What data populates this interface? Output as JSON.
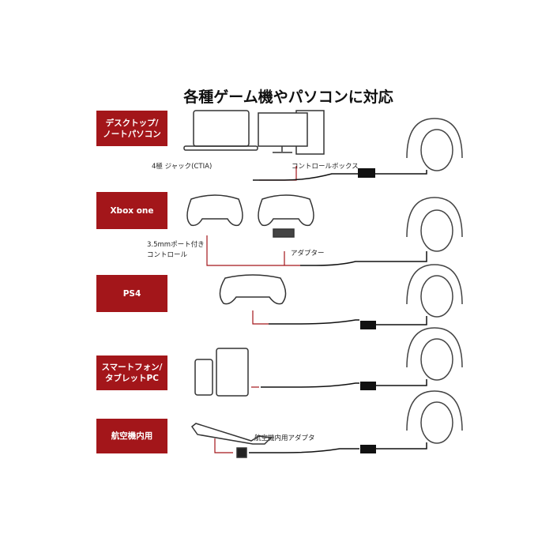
{
  "title": "各種ゲーム機やパソコンに対応",
  "rows": [
    {
      "label_line1": "デスクトップ/",
      "label_line2": "ノートパソコン",
      "notes": [
        "4極 ジャック(CTIA)",
        "コントロールボックス"
      ]
    },
    {
      "label_line1": "Xbox one",
      "notes": [
        "3.5mmポート付き",
        "コントロール",
        "アダプター"
      ]
    },
    {
      "label_line1": "PS4"
    },
    {
      "label_line1": "スマートフォン/",
      "label_line2": "タブレットPC"
    },
    {
      "label_line1": "航空機内用",
      "notes": [
        "航空機内用アダプタ"
      ]
    }
  ],
  "colors": {
    "accent": "#a3161a"
  }
}
